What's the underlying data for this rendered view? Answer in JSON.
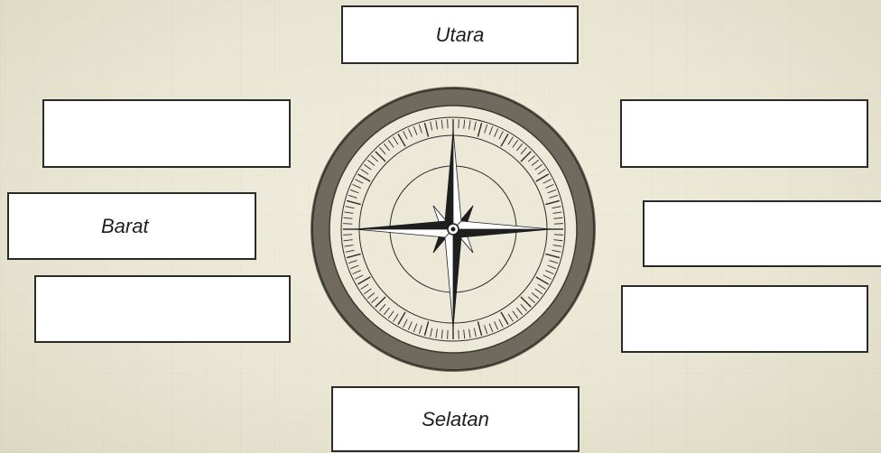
{
  "directions": {
    "north": "Utara",
    "south": "Selatan",
    "west": "Barat",
    "northwest": "",
    "southwest": "",
    "northeast": "",
    "east": "",
    "southeast": ""
  },
  "colors": {
    "ring": "#6f6a5d",
    "ink": "#1e1e1e",
    "box_fill": "#ffffff"
  }
}
